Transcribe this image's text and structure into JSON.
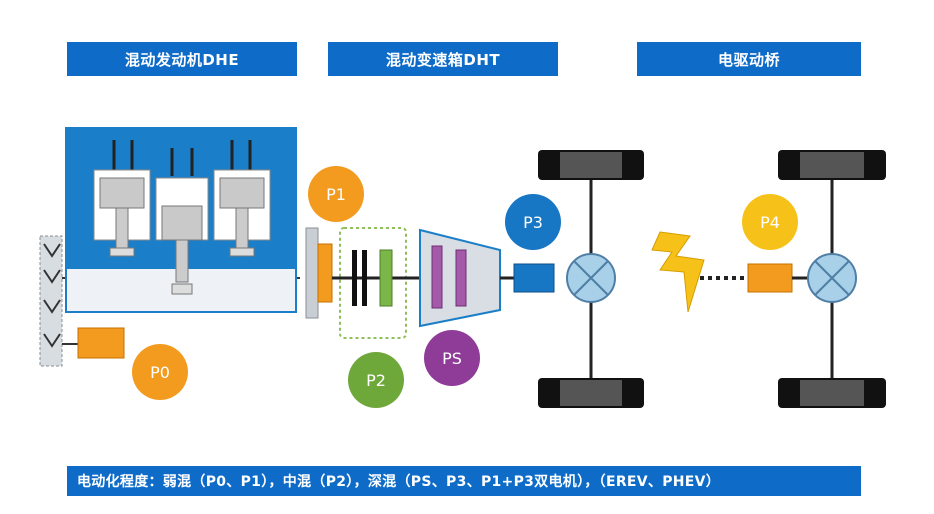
{
  "headers": {
    "dhe": "混动发动机DHE",
    "dht": "混动变速箱DHT",
    "axle": "电驱动桥"
  },
  "positions": {
    "p0": "P0",
    "p1": "P1",
    "p2": "P2",
    "p3": "P3",
    "p4": "P4",
    "ps": "PS"
  },
  "footer": "电动化程度：弱混（P0、P1），中混（P2），深混（PS、P3、P1+P3双电机），（EREV、PHEV）",
  "colors": {
    "header_blue": "#0e6cc8",
    "p0": "#f39b1e",
    "p1": "#f39b1e",
    "p2": "#6fa83a",
    "p3": "#1777c4",
    "p4": "#f6c21a",
    "ps": "#8e3c97",
    "motor_orange": "#f39b1e",
    "engine_blue": "#1b7ec8"
  }
}
